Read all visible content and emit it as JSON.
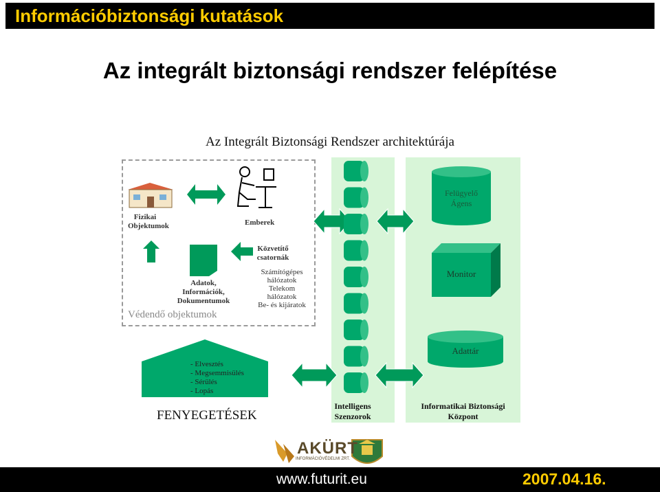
{
  "header": {
    "title": "Információbiztonsági kutatások"
  },
  "slide": {
    "title": "Az integrált biztonsági rendszer felépítése",
    "subtitle": "Az Integrált Biztonsági Rendszer architektúrája"
  },
  "diagram": {
    "physical_objects": [
      "Fizikai",
      "Objektumok"
    ],
    "people": "Emberek",
    "data_docs": [
      "Adatok,",
      "Információk,",
      "Dokumentumok"
    ],
    "channels_title": [
      "Közvetítő",
      "csatornák"
    ],
    "channels_list": [
      "Számítógépes",
      "hálózatok",
      "Telekom",
      "hálózatok",
      "Be- és kijáratok"
    ],
    "protected_objects": "Védendő objektumok",
    "threats_list": [
      "- Elvesztés",
      "- Megsemmisülés",
      "- Sérülés",
      "- Lopás"
    ],
    "threats_label": "FENYEGETÉSEK",
    "sensors_label": [
      "Intelligens",
      "Szenzorok"
    ],
    "supervisor_agent": [
      "Felügyelő",
      "Ágens"
    ],
    "monitor": "Monitor",
    "repository": "Adattár",
    "center_label": [
      "Informatikai Biztonsági",
      "Központ"
    ],
    "sensor_color": "#00a86b",
    "arrow_color": "#009a5a",
    "panel_color": "#d8f5d8"
  },
  "footer": {
    "logo_text": "AKÜRT",
    "logo_sub": "INFORMÁCIÓVÉDELMI ZRT.",
    "url": "www.futurit.eu",
    "date": "2007.04.16."
  }
}
